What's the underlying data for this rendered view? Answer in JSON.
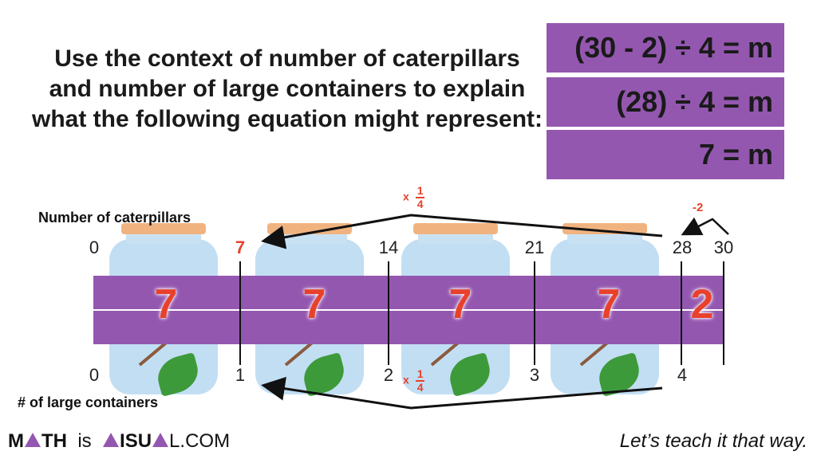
{
  "prompt": "Use the context of number of caterpillars and number of large containers to explain what the following equation might represent:",
  "equations": [
    "(30 - 2) ÷ 4 = m",
    "(28) ÷ 4 = m",
    "7 = m"
  ],
  "top_axis": {
    "label": "Number of caterpillars",
    "ticks": [
      "0",
      "7",
      "14",
      "21",
      "28",
      "30"
    ]
  },
  "bottom_axis": {
    "label": "# of large containers",
    "ticks": [
      "0",
      "1",
      "2",
      "3",
      "4"
    ]
  },
  "segment_values": [
    "7",
    "7",
    "7",
    "7",
    "2"
  ],
  "annotations": {
    "multiplier_prefix": "x",
    "multiplier_num": "1",
    "multiplier_den": "4",
    "minus_two": "-2"
  },
  "branding": {
    "left": "M",
    "left2": "TH",
    "is": "is",
    "v": "ISU",
    "al": "L.COM",
    "tagline": "Let’s teach it that way."
  },
  "colors": {
    "band": "#9457b0",
    "accent_red": "#e8412b",
    "jar": "#c2def3",
    "lid": "#f0b380"
  }
}
